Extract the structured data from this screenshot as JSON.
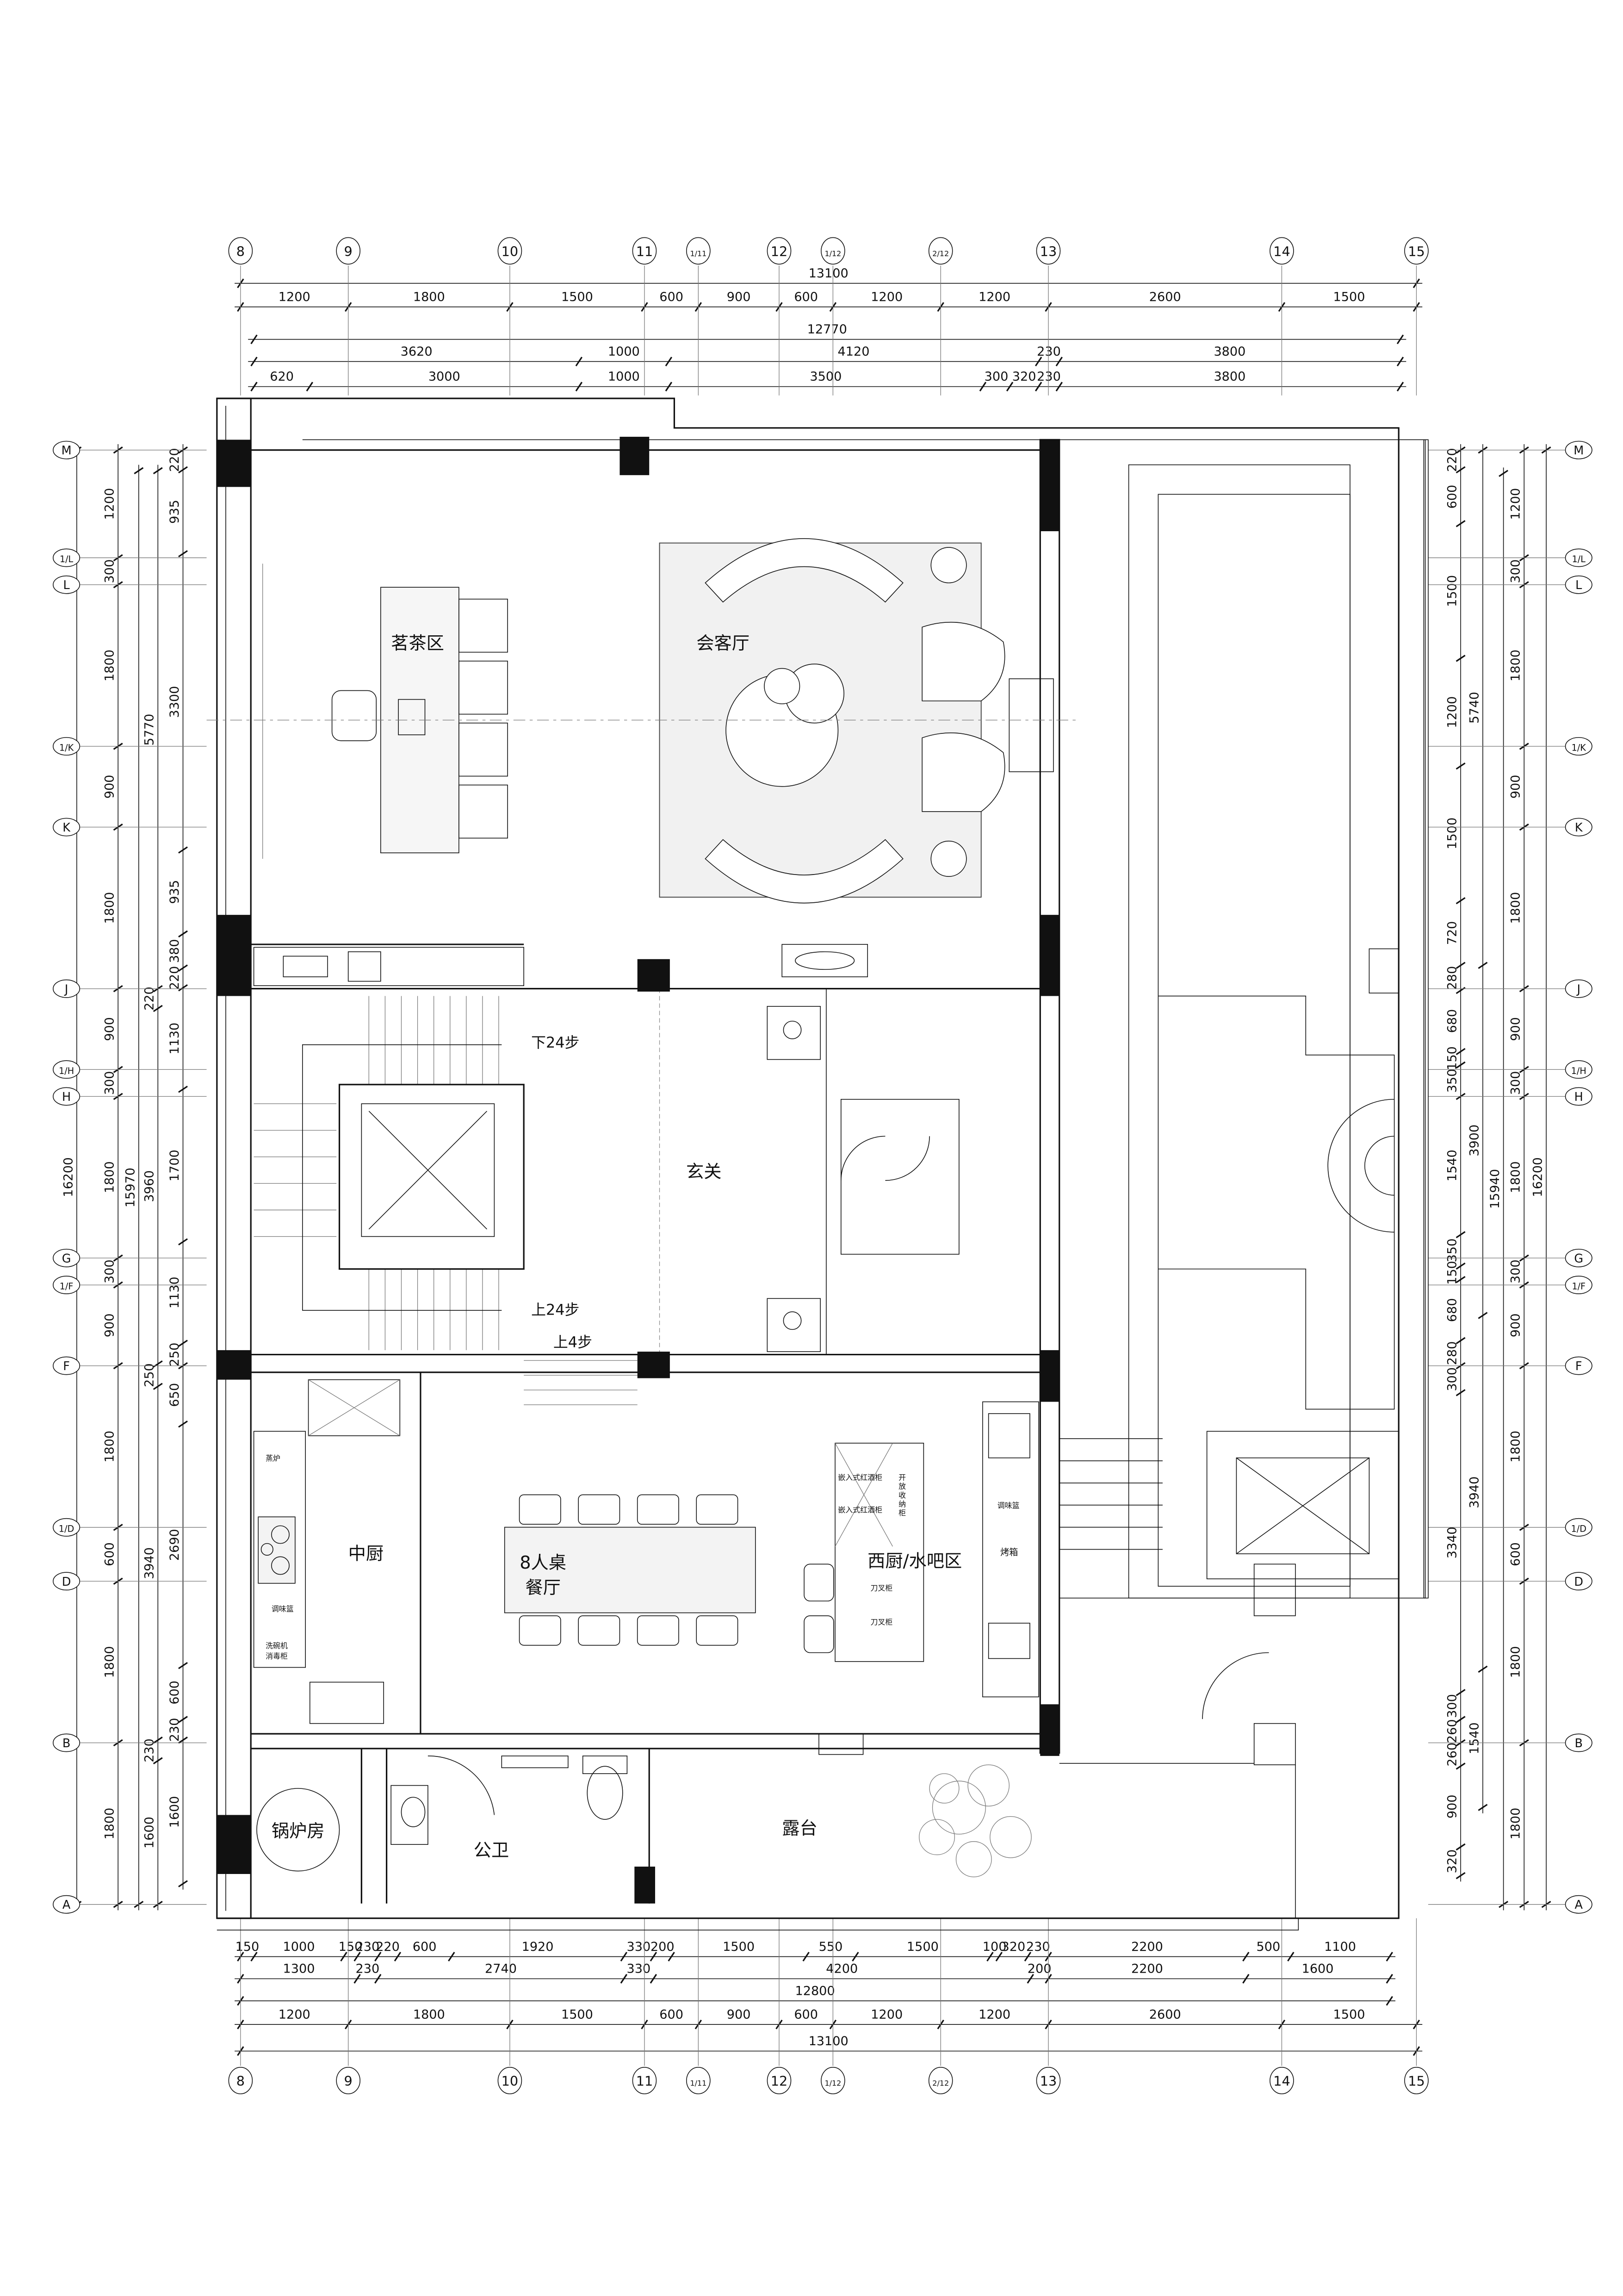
{
  "colors": {
    "line": "#111111",
    "rug": "#f1f1f1",
    "pillar": "#111111"
  },
  "grid": {
    "columns": [
      "8",
      "9",
      "10",
      "11",
      "1/11",
      "12",
      "1/12",
      "2/12",
      "13",
      "14",
      "15"
    ],
    "rows": [
      "M",
      "1/L",
      "L",
      "1/K",
      "K",
      "J",
      "1/H",
      "H",
      "G",
      "1/F",
      "F",
      "1/D",
      "D",
      "B",
      "A"
    ]
  },
  "dims": {
    "top": [
      {
        "total": "13100",
        "segs": [
          "1200",
          "1800",
          "1500",
          "600",
          "900",
          "600",
          "1200",
          "1200",
          "2600",
          "1500"
        ]
      },
      {
        "total": "12770",
        "segs": [
          "3620",
          "1000",
          "4120",
          "230",
          "3800"
        ]
      },
      {
        "segs": [
          "620",
          "3000",
          "1000",
          "3500",
          "300",
          "320",
          "230",
          "3800"
        ]
      }
    ],
    "bottom": [
      {
        "segs": [
          "150",
          "1000",
          "150",
          "230",
          "220",
          "600",
          "1920",
          "330",
          "200",
          "1500",
          "550",
          "1500",
          "100",
          "320",
          "230",
          "2200",
          "500",
          "1100"
        ]
      },
      {
        "total": "12800",
        "segs": [
          "1300",
          "230",
          "2740",
          "330",
          "4200",
          "200",
          "2200",
          "1600"
        ]
      },
      {
        "total": "13100",
        "segs": [
          "1200",
          "1800",
          "1500",
          "600",
          "900",
          "600",
          "1200",
          "1200",
          "2600",
          "1500"
        ]
      }
    ],
    "left": [
      {
        "total": "16200"
      },
      {
        "segs": [
          "1200",
          "300",
          "1800",
          "900",
          "1800",
          "900",
          "300",
          "1800",
          "300",
          "900",
          "1800",
          "600",
          "1800",
          "1800"
        ]
      },
      {
        "total": "15970"
      },
      {
        "segs": [
          "5770",
          "220",
          "3960",
          "250",
          "3940",
          "230",
          "1600"
        ]
      },
      {
        "segs": [
          "220",
          "935",
          "3300",
          "935",
          "380",
          "220",
          "1130",
          "1700",
          "1130",
          "250",
          "650",
          "2690",
          "600",
          "230",
          "1600"
        ]
      }
    ],
    "right": [
      {
        "segs": [
          "220",
          "600",
          "1500",
          "1200",
          "1500",
          "720",
          "280",
          "680",
          "150",
          "350",
          "1540",
          "350",
          "150",
          "680",
          "280",
          "300",
          "3340",
          "300",
          "260",
          "260",
          "900",
          "320"
        ]
      },
      {
        "segs": [
          "5740",
          "3900",
          "3940",
          "1540"
        ]
      },
      {
        "total": "15940"
      },
      {
        "segs": [
          "1200",
          "300",
          "1800",
          "900",
          "1800",
          "900",
          "300",
          "1800",
          "300",
          "900",
          "1800",
          "600",
          "1800",
          "1800"
        ]
      },
      {
        "total": "16200"
      }
    ]
  },
  "rooms": {
    "tea": "茗茶区",
    "living": "会客厅",
    "down_stairs": "下24步",
    "foyer": "玄关",
    "up_stairs": "上24步",
    "up4": "上4步",
    "kitchen": "中厨",
    "dining_table": "8人桌",
    "dining": "餐厅",
    "west_kitchen": "西厨/水吧区",
    "boiler": "锅炉房",
    "wc": "公卫",
    "terrace": "露台"
  },
  "fixtures": {
    "steamer": "蒸炉",
    "spice_basket": "调味篮",
    "dishwasher": "洗碗机",
    "sterilizer": "消毒柜",
    "wine_cabinet": "嵌入式红酒柜",
    "open_storage": [
      "开",
      "放",
      "收",
      "纳",
      "柜"
    ],
    "cutlery": "刀叉柜",
    "spice_basket_2": "调味篮",
    "oven": "烤箱"
  }
}
